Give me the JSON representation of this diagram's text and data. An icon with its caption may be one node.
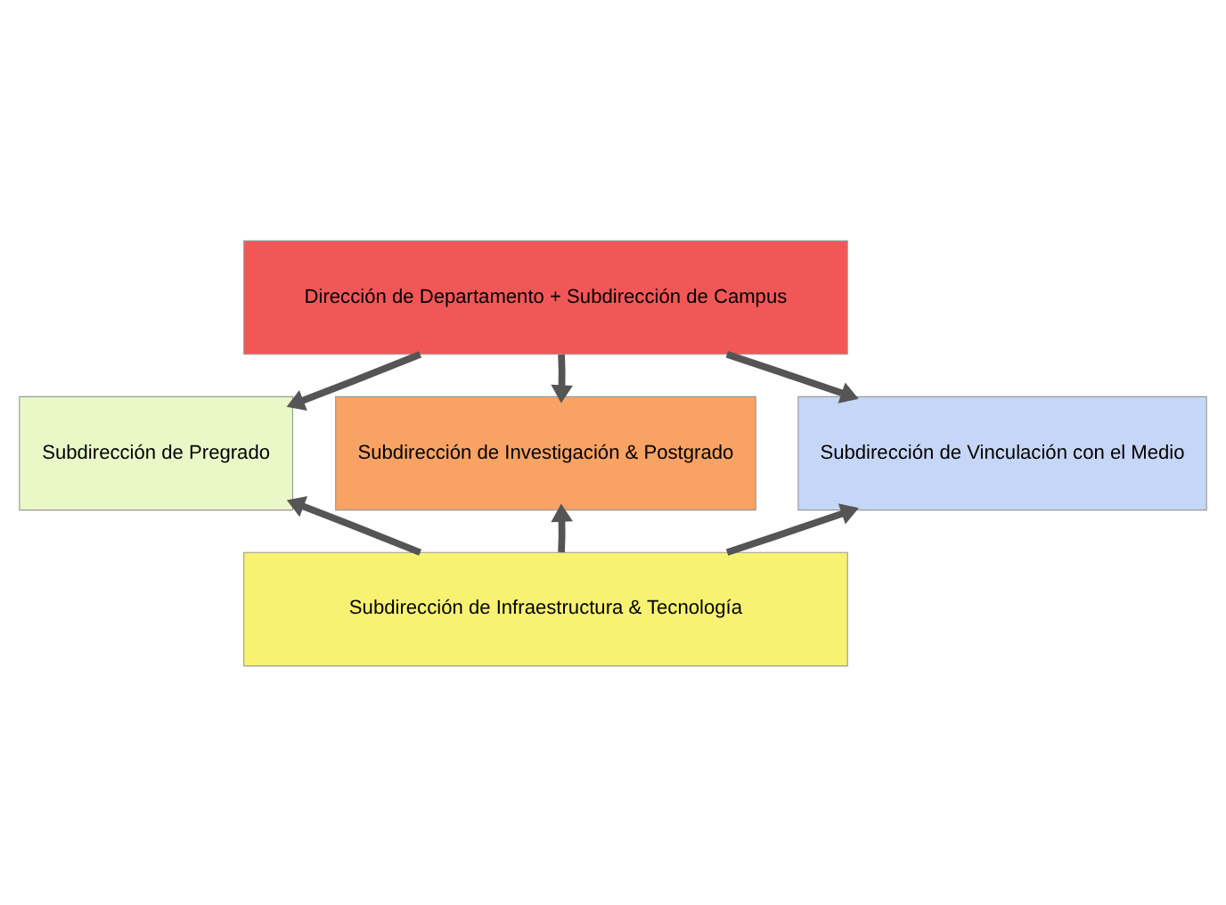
{
  "diagram": {
    "nodes": [
      {
        "text": [
          "Dirección de Departamento + Subdirección de Campus"
        ]
      },
      {
        "text": [
          "Subdirección de Pregrado"
        ]
      },
      {
        "text": [
          "Subdirección de Investigación & Postgrado"
        ]
      },
      {
        "text": [
          "Subdirección de Vinculación con el Medio"
        ]
      },
      {
        "text": [
          "Subdirección de Infraestructura & Tecnología"
        ]
      }
    ],
    "edges": [
      {
        "from": 0,
        "to": 1,
        "arrow": "to"
      },
      {
        "from": 0,
        "to": 2,
        "arrow": "to"
      },
      {
        "from": 0,
        "to": 3,
        "arrow": "to"
      },
      {
        "from": 4,
        "to": 1,
        "arrow": "to"
      },
      {
        "from": 4,
        "to": 2,
        "arrow": "to"
      },
      {
        "from": 4,
        "to": 3,
        "arrow": "to"
      }
    ]
  }
}
